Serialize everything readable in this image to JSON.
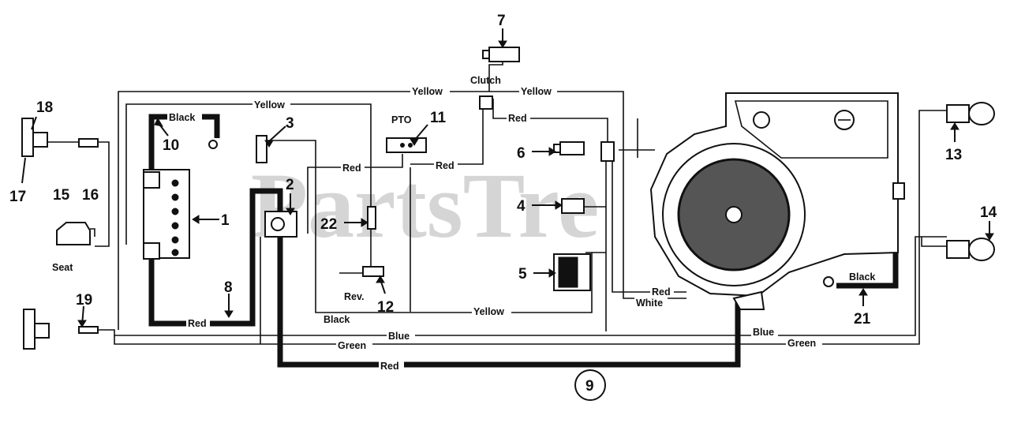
{
  "watermark": "PartsTre",
  "callouts": {
    "c1": "1",
    "c2": "2",
    "c3": "3",
    "c4": "4",
    "c5": "5",
    "c6": "6",
    "c7": "7",
    "c8": "8",
    "c9": "9",
    "c10": "10",
    "c11": "11",
    "c12": "12",
    "c13": "13",
    "c14": "14",
    "c15": "15",
    "c16": "16",
    "c17": "17",
    "c18": "18",
    "c19": "19",
    "c21": "21",
    "c22": "22"
  },
  "labels": {
    "seat": "Seat",
    "pto": "PTO",
    "clutch": "Clutch",
    "rev": "Rev."
  },
  "wire_labels": {
    "yellow_top_left": "Yellow",
    "yellow_top_right": "Yellow",
    "yellow_second": "Yellow",
    "black_battery": "Black",
    "red_pto": "Red",
    "red_mid": "Red",
    "red_clutch": "Red",
    "red_battery": "Red",
    "black_bottom": "Black",
    "yellow_bottom": "Yellow",
    "blue_bottom": "Blue",
    "green_bottom": "Green",
    "red_main": "Red",
    "red_engine": "Red",
    "white_engine": "White",
    "black_engine": "Black",
    "blue_right": "Blue",
    "green_right": "Green"
  }
}
